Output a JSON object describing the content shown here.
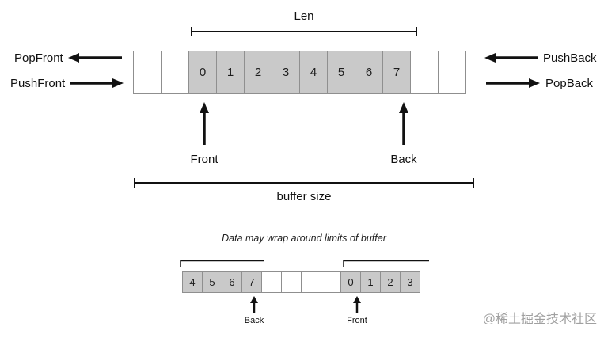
{
  "top": {
    "len_label": "Len",
    "pop_front_label": "PopFront",
    "push_front_label": "PushFront",
    "push_back_label": "PushBack",
    "pop_back_label": "PopBack",
    "front_label": "Front",
    "back_label": "Back",
    "buffer_size_label": "buffer size",
    "cells": [
      "",
      "",
      "0",
      "1",
      "2",
      "3",
      "4",
      "5",
      "6",
      "7",
      "",
      ""
    ]
  },
  "bottom": {
    "caption": "Data may wrap around limits of buffer",
    "cells": [
      "4",
      "5",
      "6",
      "7",
      "",
      "",
      "",
      "",
      "0",
      "1",
      "2",
      "3"
    ],
    "back_label": "Back",
    "front_label": "Front"
  },
  "watermark": "@稀土掘金技术社区",
  "colors": {
    "filled_cell": "#c9c9c9",
    "cell_border": "#8f8f8f",
    "arrow": "#111111",
    "watermark_text": "#a0a0a0"
  }
}
